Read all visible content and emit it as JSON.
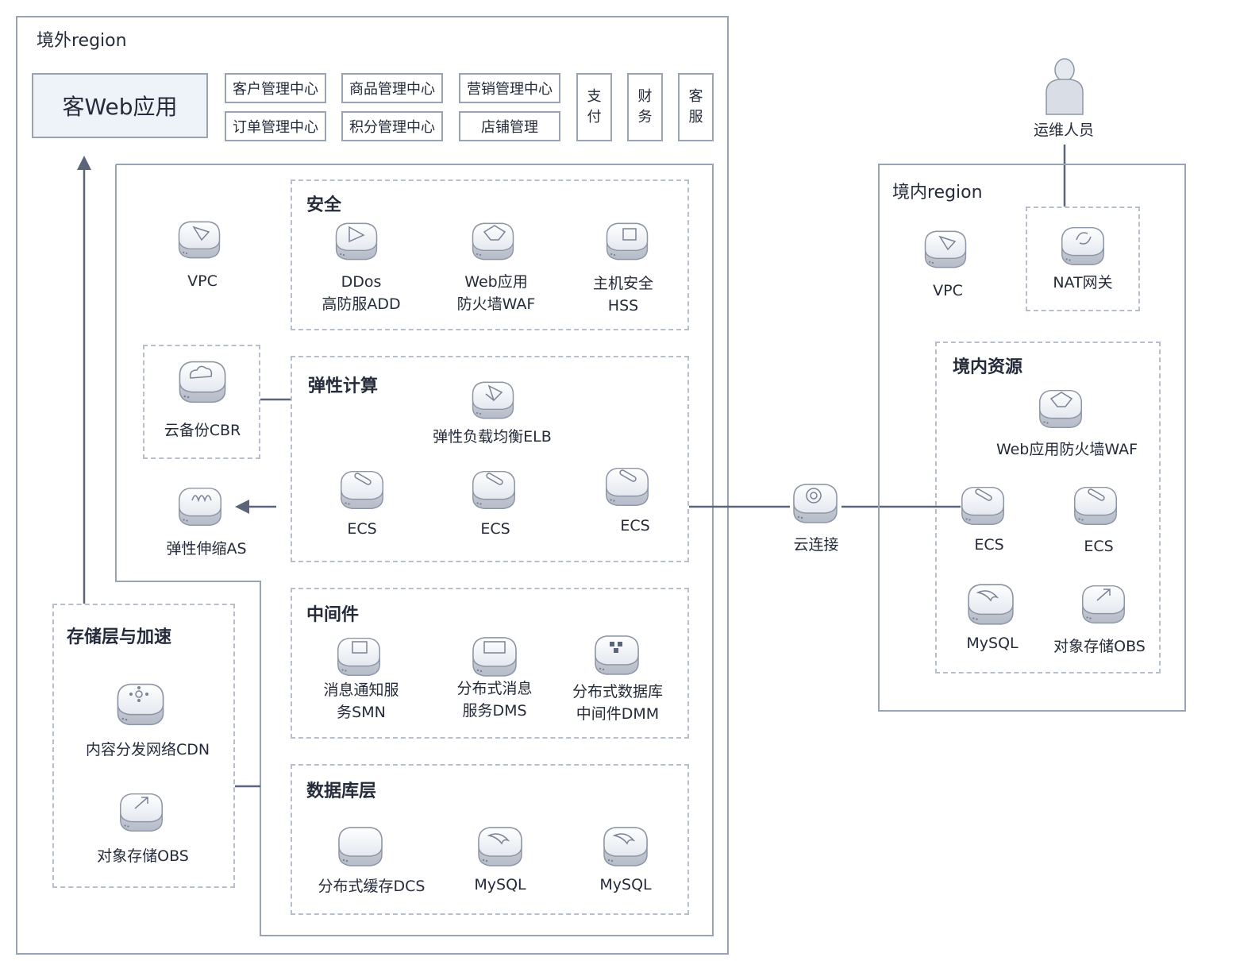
{
  "overseas": {
    "title": "境外region",
    "app": "客Web应用",
    "tags": [
      "客户管理中心",
      "商品管理中心",
      "营销管理中心",
      "订单管理中心",
      "积分管理中心",
      "店铺管理"
    ],
    "vtags": [
      "支\n付",
      "财\n务",
      "客\n服"
    ]
  },
  "security": {
    "title": "安全",
    "items": [
      "DDos\n高防服ADD",
      "Web应用\n防火墙WAF",
      "主机安全\nHSS"
    ]
  },
  "vpc_left": "VPC",
  "cbr": "云备份CBR",
  "as": "弹性伸缩AS",
  "compute": {
    "title": "弹性计算",
    "elb": "弹性负载均衡ELB",
    "ecs": [
      "ECS",
      "ECS",
      "ECS"
    ]
  },
  "middleware": {
    "title": "中间件",
    "items": [
      "消息通知服\n务SMN",
      "分布式消息\n服务DMS",
      "分布式数据库\n中间件DMM"
    ]
  },
  "database": {
    "title": "数据库层",
    "items": [
      "分布式缓存DCS",
      "MySQL",
      "MySQL"
    ]
  },
  "storage": {
    "title": "存储层与加速",
    "cdn": "内容分发网络CDN",
    "obs": "对象存储OBS"
  },
  "cloud_connect": "云连接",
  "ops": "运维人员",
  "domestic": {
    "title": "境内region",
    "vpc": "VPC",
    "nat": "NAT网关",
    "res_title": "境内资源",
    "waf": "Web应用防火墙WAF",
    "ecs": [
      "ECS",
      "ECS"
    ],
    "mysql": "MySQL",
    "obs": "对象存储OBS"
  }
}
